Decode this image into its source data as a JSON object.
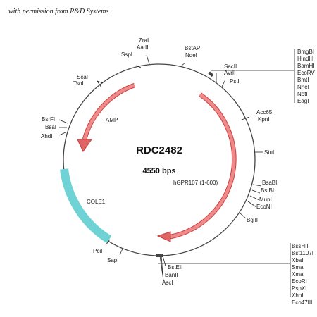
{
  "credit": "with permission from R&D Systems",
  "plasmid": {
    "name": "RDC2482",
    "size": "4550 bps"
  },
  "features": {
    "amp": "AMP",
    "cole1": "COLE1",
    "insert": "hGPR107 (1-600)"
  },
  "colors": {
    "arrow": "#e06666",
    "origin": "#6fd3d6",
    "circle": "#444444"
  },
  "sites": {
    "zrai": "ZraI",
    "aatii": "AatII",
    "sspi": "SspI",
    "bstapi": "BstAPI",
    "ndei": "NdeI",
    "scai": "ScaI",
    "tsoi": "TsoI",
    "sacii": "SacII",
    "avrii": "AvrII",
    "psti": "PstI",
    "bsrfi": "BsrFI",
    "bsai": "BsaI",
    "ahdi": "AhdI",
    "acc65i": "Acc65I",
    "kpni": "KpnI",
    "stui": "StuI",
    "bsabi": "BsaBI",
    "bstbi": "BstBI",
    "munl": "MunI",
    "econi": "EcoNI",
    "bglii": "BglII",
    "pcii": "PciI",
    "sapi": "SapI",
    "bsteii": "BstEII",
    "banii": "BanII",
    "asci": "AscI"
  },
  "right_top_list": [
    "BmgBI",
    "HindIII",
    "BamHI",
    "EcoRV",
    "BmtI",
    "NheI",
    "NotI",
    "EagI"
  ],
  "right_bottom_list": [
    "BssHII",
    "Bst1107I",
    "XbaI",
    "SmaI",
    "XmaI",
    "EcoRI",
    "PspXI",
    "XhoI",
    "Eco47III"
  ]
}
